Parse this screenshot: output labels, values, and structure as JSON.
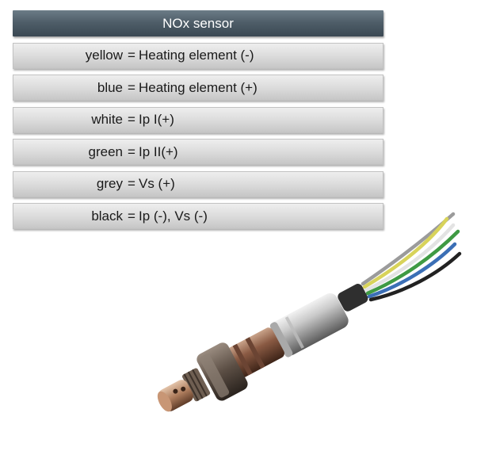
{
  "title": "NOx sensor",
  "rows": [
    {
      "color": "yellow",
      "eq": "=",
      "description": "Heating element (-)"
    },
    {
      "color": "blue",
      "eq": "=",
      "description": "Heating element (+)"
    },
    {
      "color": "white",
      "eq": "=",
      "description": "Ip I(+)"
    },
    {
      "color": "green",
      "eq": "=",
      "description": "Ip II(+)"
    },
    {
      "color": "grey",
      "eq": "=",
      "description": "Vs (+)"
    },
    {
      "color": "black",
      "eq": "=",
      "description": "Ip (-), Vs (-)"
    }
  ],
  "wire_colors": {
    "grey": "#9b9b9b",
    "yellow": "#d8d35a",
    "white": "#e8e8e8",
    "green": "#3f9a43",
    "blue": "#3b6fb6",
    "black": "#222222"
  }
}
